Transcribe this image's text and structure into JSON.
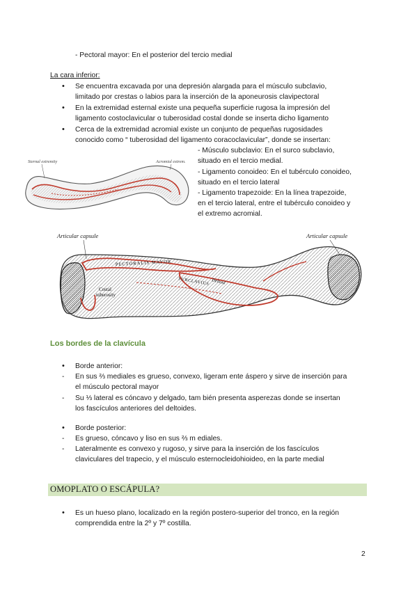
{
  "top_line": "- Pectoral mayor: En el posterior del tercio medial",
  "inferior": {
    "heading": "La cara inferior:",
    "b1_l1": "Se encuentra excavada por una depresión alargada para el músculo subclavio,",
    "b1_l2": "limitado por crestas o labios para la inserción de la aponeurosis clavipectoral",
    "b2_l1": "En la extremidad esternal existe una pequeña superficie rugosa la impresión del",
    "b2_l2": "ligamento costoclavicular o tuberosidad costal donde se inserta dicho ligamento",
    "b3_l1": "Cerca de la extremidad acromial existe un conjunto de pequeñas rugosidades",
    "b3_l2": "conocido como “ tuberosidad del ligamento coracoclavicular”, donde se insertan:",
    "r1": "-  Músculo subclavio: En el surco subclavio,",
    "r2": "situado en el tercio medial.",
    "r3": "- Ligamento conoideo: En el tubérculo conoideo,",
    "r4": "situado en el tercio lateral",
    "r5": "- Ligamento trapezoide: En la línea trapezoide,",
    "r6": "en el tercio lateral, entre el tubérculo conoideo y",
    "r7": "el extremo acromial."
  },
  "figure_small": {
    "left": "Sternal extremity",
    "right": "Acromial extrem."
  },
  "figure_large": {
    "left": "Articular capsule",
    "right": "Articular capsule",
    "pm": "PECTORALIS MAYOR",
    "sc": "SUBCLAVIUS",
    "costal": "Costal",
    "tub": "tuberosity",
    "mid": "Deltoid"
  },
  "bordes": {
    "heading": "Los bordes de la clavícula",
    "ant_title": "Borde anterior:",
    "ant_d1_l1": "En sus ⅔ mediales es grueso, convexo, ligeram ente áspero y sirve de inserción para",
    "ant_d1_l2": "el músculo pectoral mayor",
    "ant_d2_l1": "Su ⅓ lateral es cóncavo y delgado, tam bién presenta asperezas donde se insertan",
    "ant_d2_l2": "los fascículos anteriores del deltoides.",
    "post_title": "Borde posterior:",
    "post_d1": "Es grueso, cóncavo y liso en sus ⅔ m ediales.",
    "post_d2_l1": "Lateralmente es convexo y rugoso, y sirve para la inserción de los fascículos",
    "post_d2_l2": "claviculares del trapecio, y el músculo esternocleidohioideo, en la parte medial"
  },
  "omoplato": {
    "heading": "OMOPLATO O ESCÁPULA?",
    "b1_l1": "Es un hueso plano, localizado en la región postero-superior del tronco, en la región",
    "b1_l2": "comprendida entre la 2º y 7º costilla."
  },
  "page_number": "2",
  "colors": {
    "green_heading": "#5e8f3a",
    "section_bar": "#d5e6c0",
    "muscle_outline": "#c0392b"
  }
}
